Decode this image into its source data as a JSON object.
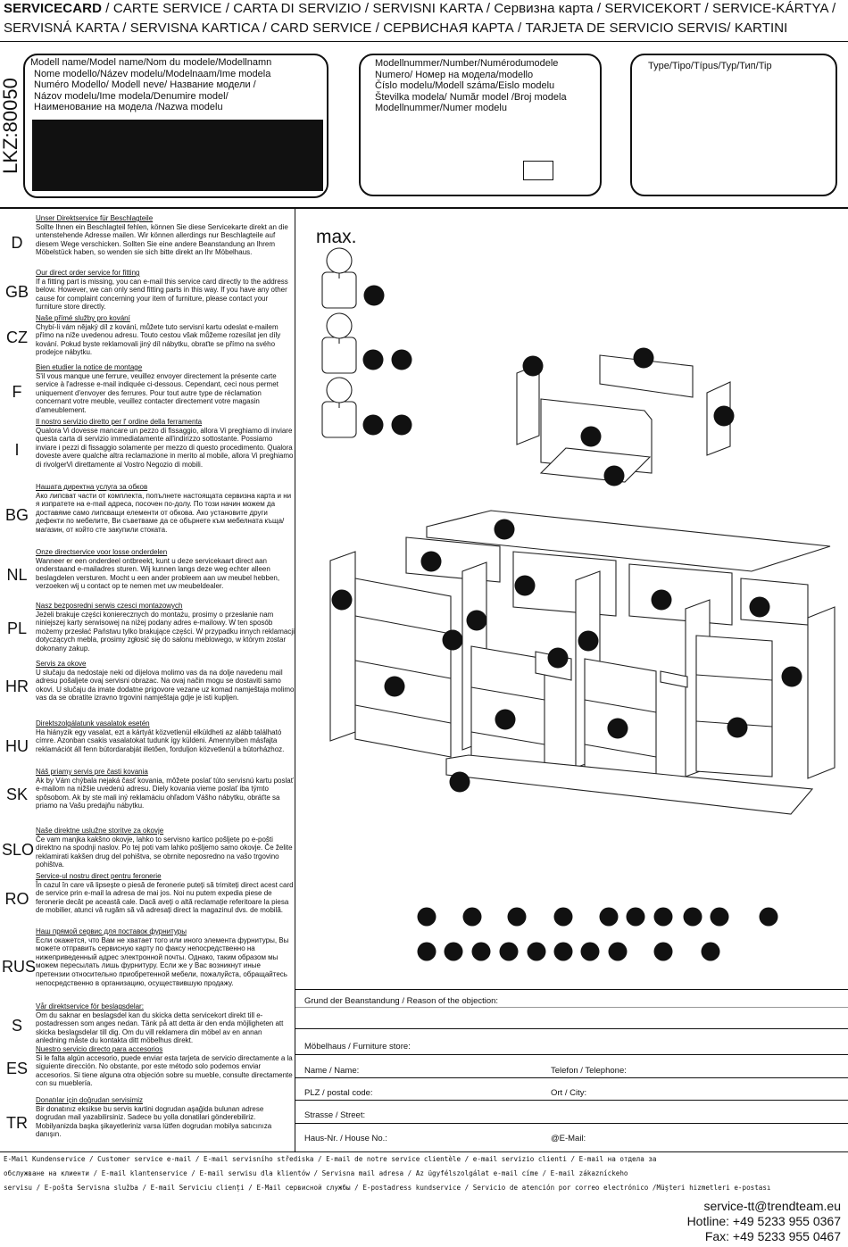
{
  "header": {
    "bold": "SERVICECARD",
    "line1": " / CARTE SERVICE / CARTA DI SERVIZIO / SERVISNI KARTA / Сервизна карта / SERVICEKORT / SERVICE-KÁRTYA /",
    "line2": "SERVISNÁ KARTA / SERVISNA KARTICA / CARD SERVICE / СЕРВИСНАЯ КАРТА / TARJETA DE SERVICIO SERVIS/ KARTINI"
  },
  "vertical_code": "LKZ:80050",
  "model_name_lines": [
    "Modell name/Model name/Nom du modele/Modellnamn",
    "Nome modello/Název modelu/Modelnaam/Ime modela",
    "Numéro Modello/ Modell neve/   Название модели /",
    "Názov modelu/Ime modela/Denumire model/",
    "Наименование на модела /Nazwa modelu"
  ],
  "model_number_lines": [
    "Modellnummer/Number/Numérodumodele",
    "Numero/   Номер на модела/modello",
    "Číslo modelu/Modell száma/Eislo modelu",
    "Številka modela/  Număr model /Broj modela",
    "Modellnummer/Numer modelu"
  ],
  "type_label": "Type/Tipo/Típus/Typ/Тип/Tip",
  "max_label": "max.",
  "services": [
    {
      "code": "D",
      "title": "Unser Direktservice für Beschlagteile",
      "body": "Sollte Ihnen ein Beschlagteil fehlen, können Sie diese Servicekarte direkt an die untenstehende Adresse mailen. Wir können allerdings nur Beschlagteile auf diesem Wege verschicken. Sollten Sie eine andere Beanstandung an Ihrem Möbelstück haben, so wenden sie sich bitte direkt an Ihr Möbelhaus."
    },
    {
      "code": "GB",
      "title": "Our direct order service for fitting",
      "body": "If a fitting part is missing, you can e-mail this service card directly to the address below. However, we can only send fitting parts in this way. If you have any other cause for complaint concerning your item of furniture, please contact your furniture store directly."
    },
    {
      "code": "CZ",
      "title": "Naše přímé služby pro kování",
      "body": "Chybí-li vám nějaký díl z kování, můžete tuto servisní kartu odeslat e-mailem přímo na níže uvedenou adresu. Touto cestou však můžeme rozesílat jen díly kování. Pokud byste reklamovali jiný díl nábytku, obraťte se přímo na svého prodejce nábytku."
    },
    {
      "code": "F",
      "title": "Bien etudier la notice de montage",
      "body": "S'il vous manque une ferrure, veuillez envoyer directement la présente carte service à l'adresse e-mail indiquée ci-dessous. Cependant, ceci nous permet uniquement d'envoyer des ferrures. Pour tout autre type de réclamation concernant votre meuble, veuillez contacter directement votre magasin d'ameublement."
    },
    {
      "code": "I",
      "title": "Il nostro servizio diretto per l' ordine della ferramenta",
      "body": "Qualora Vi dovesse mancare un pezzo di fissaggio, allora Vi preghiamo di inviare questa carta di servizio immediatamente all'indirizzo sottostante. Possiamo inviare i pezzi di fissaggio solamente per mezzo di questo procedimento. Qualora doveste avere qualche altra reclamazione in merito al mobile, allora Vi preghiamo di rivolgerVi direttamente al Vostro Negozio di mobili."
    },
    {
      "code": "BG",
      "title": "Нашата директна услуга за обков",
      "body": "Ако липсват части от комплекта, попълнете настоящата сервизна карта и ни я изпратете на e-mail адреса, посочен по-долу. По този начин можем да доставяме само липсващи елементи от обкова. Ако установите други дефекти по мебелите, Ви съветваме да се обърнете към мебелната къща/магазин, от който сте закупили стоката."
    },
    {
      "code": "NL",
      "title": "Onze directservice voor losse onderdelen",
      "body": "Wanneer er een onderdeel ontbreekt, kunt u deze servicekaart direct aan onderstaand e-mailadres sturen. Wij kunnen langs deze weg echter alleen beslagdelen versturen. Mocht u een ander probleem aan uw meubel hebben, verzoeken wij u contact op te nemen met uw meubeldealer."
    },
    {
      "code": "PL",
      "title": "Nasz bezposredni serwis czesci montazowych",
      "body": "Jeżeli brakuje części konierecznych do montażu, prosimy o przesłanie nam niniejszej karty serwisowej na niżej podany adres e-mailowy. W ten sposób możemy przesłać Państwu tylko brakujące części. W przypadku innych reklamacji dotyczących mebla, prosimy zgłosić się do salonu meblowego, w którym zostar dokonany zakup."
    },
    {
      "code": "HR",
      "title": "Servis za okove",
      "body": "U slučaju da nedostaje neki od dijelova molimo vas da na dolje navedenu mail adresu pošaljete ovaj servisni obrazac. Na ovaj način mogu se dostaviti samo okovi. U slučaju da imate dodatne prigovore vezane uz komad namještaja molimo vas da se obratite izravno trgovini namještaja gdje je isti kupljen."
    },
    {
      "code": "HU",
      "title": "Direktszolgálatunk vasalatok esetén",
      "body": "Ha hiányzik egy vasalat, ezt a kártyát közvetlenül elküldheti az alább található címre. Azonban csakis vasalatokat tudunk így küldeni. Amennyiben másfajta reklamációt áll fenn bútordarabját illetően, forduljon közvetlenül a bútorházhoz."
    },
    {
      "code": "SK",
      "title": "Náš priamy servis pre časti kovania",
      "body": "Ak by Vám chýbala nejaká časť kovania, môžete poslať túto servisnú kartu poslať e-mailom na nižšie uvedenú adresu. Diely kovania vieme poslať iba týmto spôsobom. Ak by ste mali iný reklamáciu ohľadom Vášho nábytku, obráťte sa priamo na Vašu predajňu nábytku."
    },
    {
      "code": "SLO",
      "title": "Naše direktne uslužne storitve za okovje",
      "body": "Če vam manjka kakšno okovje, lahko to servisno kartico pošljete po e-pošti direktno na spodnji naslov. Po tej poti vam lahko pošljemo samo okovje. Če želite reklamirati kakšen drug del pohištva, se obrnite neposredno na vašo trgovino pohištva."
    },
    {
      "code": "RO",
      "title": "Service-ul nostru direct pentru feronerie",
      "body": "În cazul în care vă lipsește o piesă de feronerie puteți să trimiteți direct acest card de service prin e-mail la adresa de mai jos. Noi nu putem expedia piese de feronerie decât pe aceastǎ cale. Dacă aveți o altă reclamație referitoare la piesa de mobilier, atunci vă rugăm să vă adresați direct la magazinul dvs. de mobilă."
    },
    {
      "code": "RUS",
      "title": "Наш прямой сервис для поставок фурнитуры",
      "body": "Если окажется, что Вам не хватает того или иного элемента фурнитуры, Вы можете отправить сервисную карту по факсу непосредственно на нижеприведенный адрес электронной почты. Однако, таким образом мы можем пересылать лишь фурнитуру. Если же у Вас возникнут иные претензии относительно приобретенной мебели, пожалуйста, обращайтесь непосредственно в организацию, осуществившую продажу."
    },
    {
      "code": "S",
      "title": "Vår direktservice för beslagsdelar:",
      "body": "Om du saknar en beslagsdel kan du skicka detta servicekort direkt till e-postadressen som anges nedan. Tänk på att detta är den enda möjligheten att skicka beslagsdelar till dig. Om du vill reklamera din möbel av en annan anledning måste du kontakta ditt möbelhus direkt."
    },
    {
      "code": "ES",
      "title": "Nuestro servicio directo para accesorios",
      "body": "Si le falta algún accesorio, puede enviar esta tarjeta de servicio directamente a la siguiente dirección. No obstante, por este método solo podemos enviar accesorios. Si tiene alguna otra objeción sobre su mueble, consulte directamente con su mueblería."
    },
    {
      "code": "TR",
      "title": "Donatılar için doğrudan servisimiz",
      "body": "Bir donatınız eksikse bu servis kartini dogrudan aşağida bulunan adrese dogrudan mail yazabilirsiniz. Sadece bu yolla donatilari gönderebiliriz. Mobilyanizda başka şikayetleriniz varsa lütfen dogrudan mobilya satıcınıza danışın."
    }
  ],
  "form": {
    "reason": "Grund der Beanstandung / Reason of the objection:",
    "store": "Möbelhaus / Furniture store:",
    "name": "Name / Name:",
    "telefon": "Telefon / Telephone:",
    "plz": "PLZ / postal code:",
    "ort": "Ort / City:",
    "strasse": "Strasse / Street:",
    "hausnr": "Haus-Nr. / House No.:",
    "email": "@E-Mail:"
  },
  "footer_lines": [
    "E-Mail Kundenservice / Customer service e-mail / E-mail servisního střediska / E-mail de notre service clientèle / e-mail servizio clienti / E-mail на отдела за",
    "обслужване на клиенти / E-mail klantenservice / E-mail serwisu dla klientów / Servisna mail adresa / Az ügyfélszolgálat e-mail címe / E-mail zákazníckeho",
    "servisu / E-pošta Servisna služba / E-mail Serviciu clienți / E-Mail сервисной службы / E-postadress kundservice / Servicio de atención por correo electrónico /Müşteri hizmetleri e-postası"
  ],
  "contact": {
    "email": "service-tt@trendteam.eu",
    "hotline": "Hotline: +49 5233 955 0367",
    "fax": "Fax: +49 5233 955 0467"
  }
}
